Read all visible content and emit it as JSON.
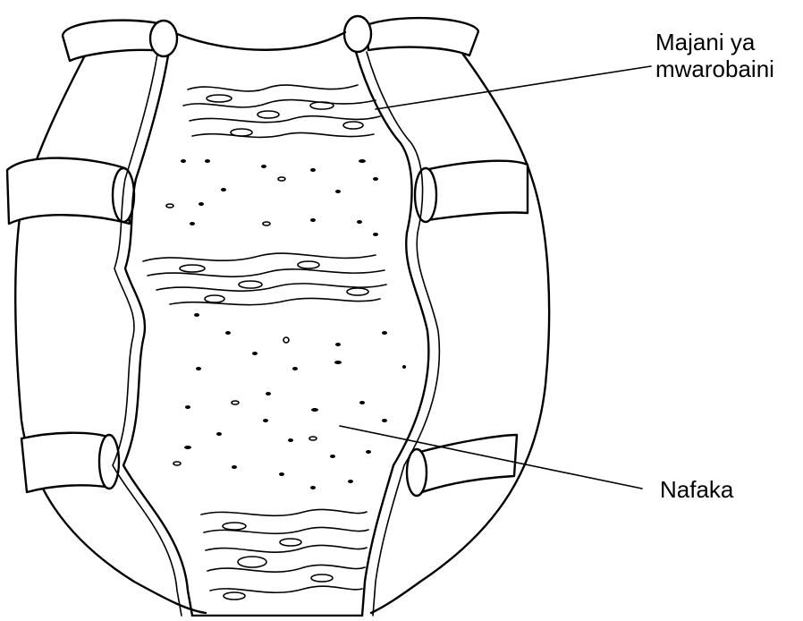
{
  "diagram": {
    "labels": {
      "neem_leaves": "Majani ya mwarobaini",
      "neem_leaves_line1": "Majani ya",
      "neem_leaves_line2": "mwarobaini",
      "grain": "Nafaka"
    },
    "colors": {
      "ink": "#000000",
      "background": "#ffffff"
    }
  }
}
